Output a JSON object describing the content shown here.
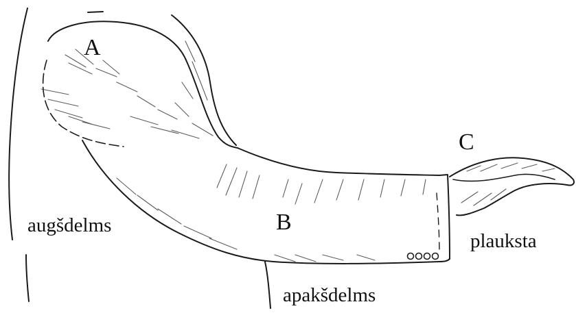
{
  "points": {
    "a": "A",
    "b": "B",
    "c": "C"
  },
  "labels": {
    "upper_arm": "augšdelms",
    "forearm": "apakšdelms",
    "hand": "plauksta"
  },
  "colors": {
    "ink": "#1a1a1a",
    "paper": "#ffffff"
  }
}
